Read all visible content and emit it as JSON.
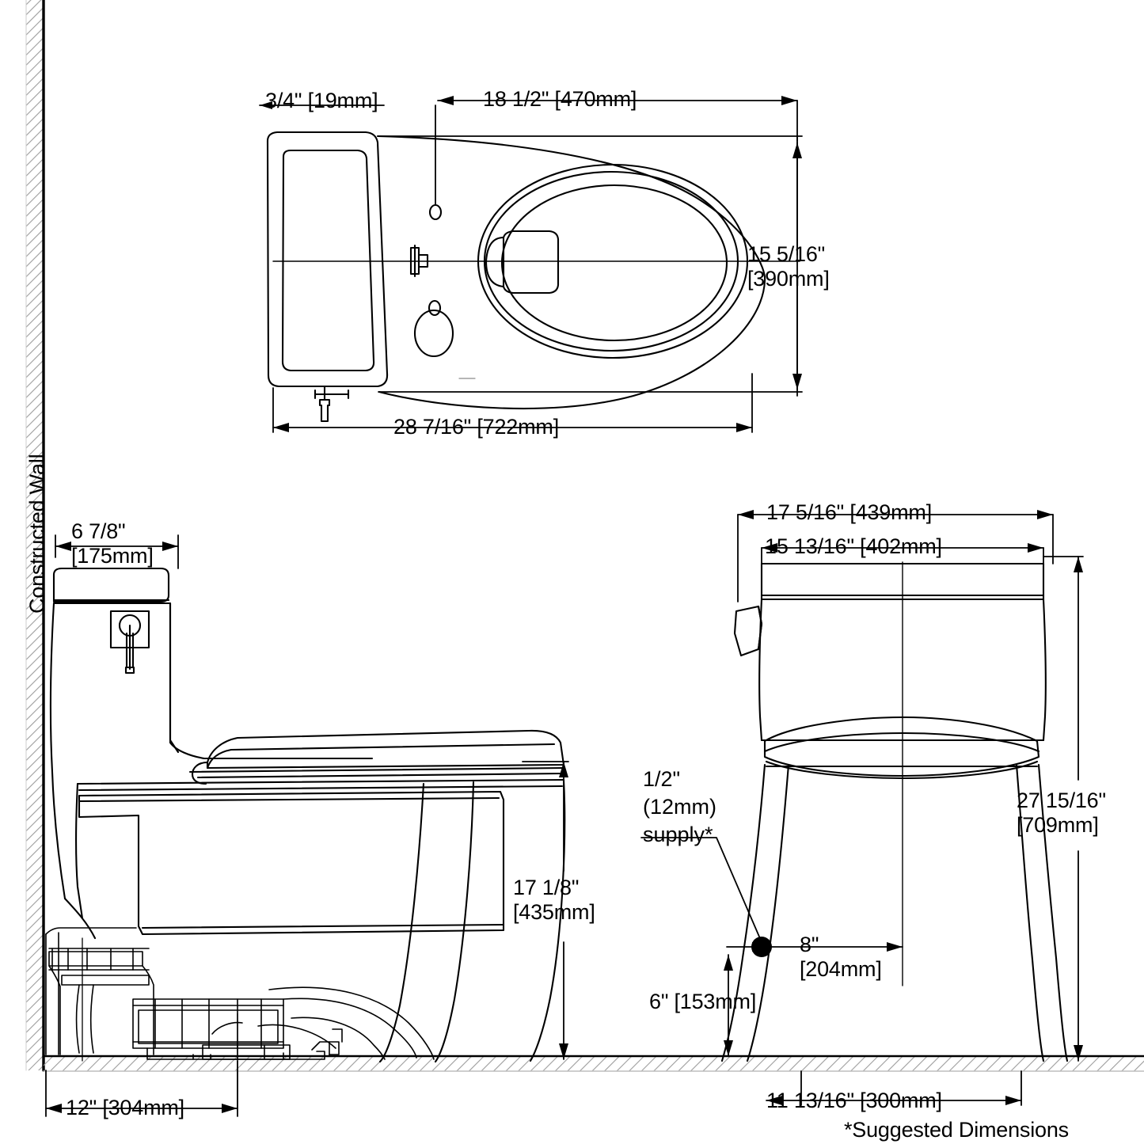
{
  "drawing": {
    "title": "Toilet installation dimension drawing",
    "wall_label": "Constructed Wall",
    "footnote": "*Suggested Dimensions",
    "line_color": "#000000",
    "hatch_color": "#9a9a9a",
    "background": "#ffffff"
  },
  "views": {
    "top": {
      "name": "top-view"
    },
    "side": {
      "name": "side-elevation-view"
    },
    "front": {
      "name": "front-elevation-view"
    }
  },
  "dimensions": {
    "top_bolt_hole": {
      "imperial": "3/4\"",
      "metric": "[19mm]",
      "label": "3/4\" [19mm]"
    },
    "top_seat_depth": {
      "imperial": "18 1/2\"",
      "metric": "[470mm]",
      "label": "18 1/2\" [470mm]"
    },
    "top_width": {
      "imperial": "15 5/16\"",
      "metric": "[390mm]",
      "line1": "15 5/16\"",
      "line2": "[390mm]"
    },
    "top_overall_length": {
      "imperial": "28 7/16\"",
      "metric": "[722mm]",
      "label": "28 7/16\" [722mm]"
    },
    "side_tank_clearance": {
      "imperial": "6 7/8\"",
      "metric": "[175mm]",
      "line1": "6 7/8\"",
      "line2": "[175mm]"
    },
    "side_seat_height": {
      "imperial": "17 1/8\"",
      "metric": "[435mm]",
      "line1": "17 1/8\"",
      "line2": "[435mm]"
    },
    "side_rough_in": {
      "imperial": "12\"",
      "metric": "[304mm]",
      "label": "12\" [304mm]"
    },
    "front_tank_width": {
      "imperial": "17 5/16\"",
      "metric": "[439mm]",
      "label": "17 5/16\" [439mm]"
    },
    "front_lid_width": {
      "imperial": "15 13/16\"",
      "metric": "[402mm]",
      "label": "15 13/16\" [402mm]"
    },
    "front_overall_height": {
      "imperial": "27 15/16\"",
      "metric": "[709mm]",
      "line1": "27 15/16\"",
      "line2": "[709mm]"
    },
    "supply_offset_horizontal": {
      "imperial": "8\"",
      "metric": "[204mm]",
      "line1": "8\"",
      "line2": "[204mm]"
    },
    "supply_offset_vertical": {
      "imperial": "6\"",
      "metric": "[153mm]",
      "label": "6\" [153mm]"
    },
    "front_center_offset": {
      "imperial": "11 13/16\"",
      "metric": "[300mm]",
      "label": "11 13/16\" [300mm]"
    },
    "supply_line": {
      "line1": "1/2\"",
      "line2": "(12mm)",
      "line3": "supply*"
    }
  }
}
